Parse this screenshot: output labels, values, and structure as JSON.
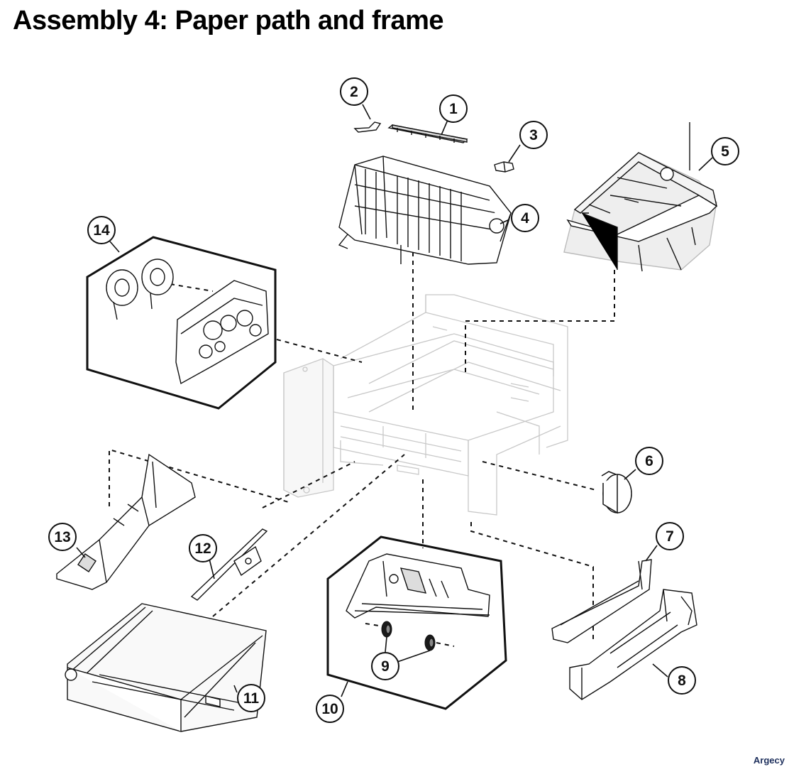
{
  "title": "Assembly 4: Paper path and frame",
  "callouts": [
    {
      "id": "c1",
      "label": "1"
    },
    {
      "id": "c2",
      "label": "2"
    },
    {
      "id": "c3",
      "label": "3"
    },
    {
      "id": "c4",
      "label": "4"
    },
    {
      "id": "c5",
      "label": "5"
    },
    {
      "id": "c6",
      "label": "6"
    },
    {
      "id": "c7",
      "label": "7"
    },
    {
      "id": "c8",
      "label": "8"
    },
    {
      "id": "c9",
      "label": "9"
    },
    {
      "id": "c10",
      "label": "10"
    },
    {
      "id": "c11",
      "label": "11"
    },
    {
      "id": "c12",
      "label": "12"
    },
    {
      "id": "c13",
      "label": "13"
    },
    {
      "id": "c14",
      "label": "14"
    }
  ],
  "watermark": "Argecy",
  "colors": {
    "line": "#111111",
    "frame": "#c8c8c8",
    "panel": "#f6f6f6"
  }
}
